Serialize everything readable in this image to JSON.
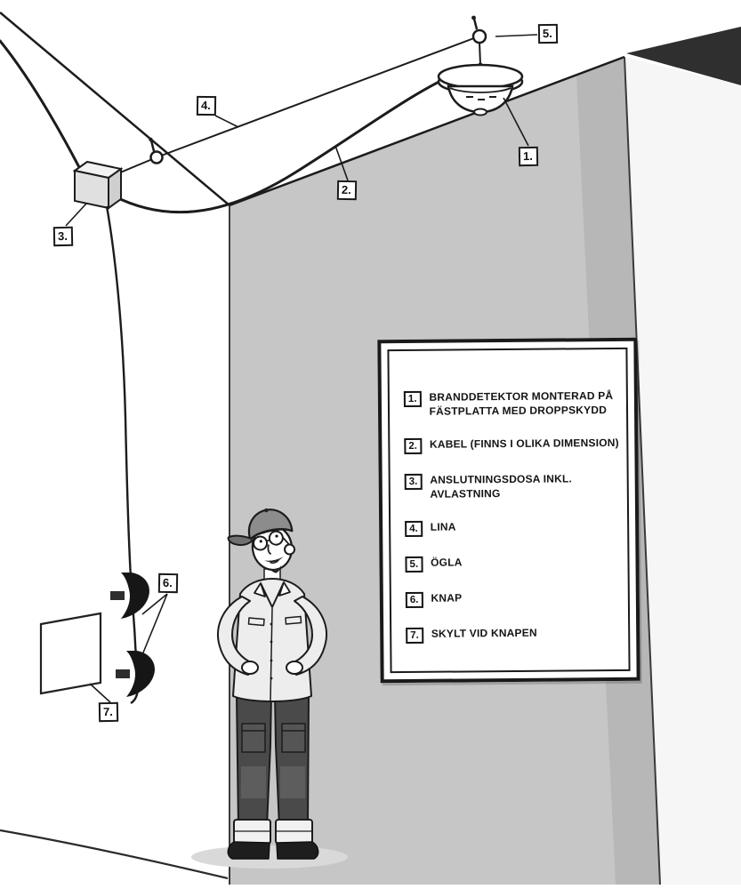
{
  "callouts": [
    "1.",
    "2.",
    "3.",
    "4.",
    "5.",
    "6.",
    "7."
  ],
  "legend": {
    "items": [
      {
        "num": "1.",
        "text": "BRANDDETEKTOR MONTERAD PÅ\nFÄSTPLATTA MED DROPPSKYDD"
      },
      {
        "num": "2.",
        "text": "KABEL (FINNS I OLIKA DIMENSION)"
      },
      {
        "num": "3.",
        "text": "ANSLUTNINGSDOSA INKL.\nAVLASTNING"
      },
      {
        "num": "4.",
        "text": "LINA"
      },
      {
        "num": "5.",
        "text": "ÖGLA"
      },
      {
        "num": "6.",
        "text": "KNAP"
      },
      {
        "num": "7.",
        "text": "SKYLT VID KNAPEN"
      }
    ]
  },
  "colors": {
    "ink": "#1c1c1c",
    "wall_grey": "#c6c6c6",
    "wall_grey_dark": "#b7b7b7",
    "corner_shadow": "#2f2f2f",
    "floor_shadow": "#d9d9d9"
  }
}
